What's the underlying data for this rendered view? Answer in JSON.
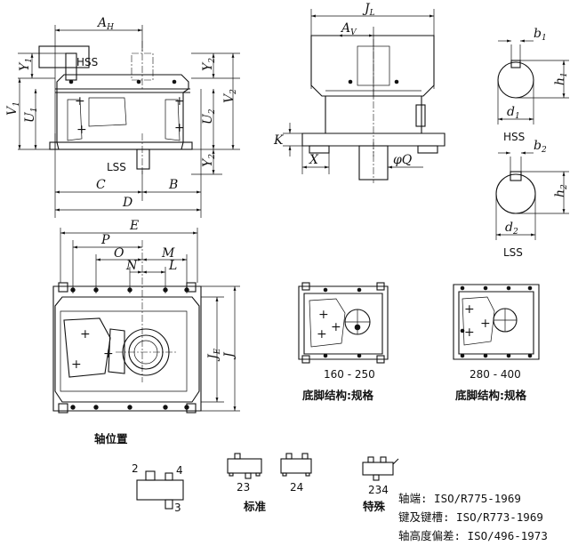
{
  "labels": {
    "AH": "A",
    "AH_sub": "H",
    "JL": "J",
    "JL_sub": "L",
    "AV": "A",
    "AV_sub": "V",
    "Y1": "Y",
    "Y1_sub": "1",
    "V1": "V",
    "V1_sub": "1",
    "U1": "U",
    "U1_sub": "1",
    "Y2a": "Y",
    "Y2a_sub": "2",
    "U2": "U",
    "U2_sub": "2",
    "V2": "V",
    "V2_sub": "2",
    "Y2b": "Y",
    "Y2b_sub": "2",
    "HSS_top": "HSS",
    "LSS_top": "LSS",
    "C": "C",
    "B": "B",
    "D": "D",
    "K": "K",
    "X": "X",
    "phiQ": "φQ",
    "b1": "b",
    "b1_sub": "1",
    "h1": "h",
    "h1_sub": "1",
    "d1": "d",
    "d1_sub": "1",
    "HSS_right": "HSS",
    "b2": "b",
    "b2_sub": "2",
    "h2": "h",
    "h2_sub": "2",
    "d2": "d",
    "d2_sub": "2",
    "LSS_right": "LSS",
    "E": "E",
    "P": "P",
    "O": "O",
    "M": "M",
    "N": "N",
    "L": "L",
    "JE": "J",
    "JE_sub": "E",
    "J": "J"
  },
  "captions": {
    "range_small": "160 - 250",
    "foot_small": "底脚结构:规格",
    "range_large": "280 - 400",
    "foot_large": "底脚结构:规格",
    "shaft_position": "轴位置",
    "pos_2": "2",
    "pos_4": "4",
    "pos_3": "3",
    "pos_23": "23",
    "pos_24": "24",
    "pos_234": "234",
    "standard": "标准",
    "special": "特殊"
  },
  "notes": [
    "轴端: ISO/R775-1969",
    "键及键槽: ISO/R773-1969",
    "轴高度偏差: ISO/496-1973"
  ]
}
